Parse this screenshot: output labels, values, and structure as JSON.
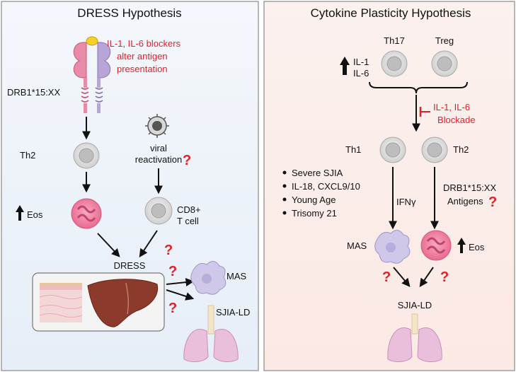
{
  "colors": {
    "left_panel_bg": "#eef3f9",
    "right_panel_bg": "#fcefe9",
    "accent_red": "#e31f26",
    "eosinophil": "#e96a8f",
    "macrophage": "#cfc8e8",
    "lung": "#e9bfdc",
    "liver": "#8b3a2b"
  },
  "left": {
    "title": "DRESS Hypothesis",
    "blocker_line1": "IL-1, IL-6 blockers",
    "blocker_line2": "alter antigen",
    "blocker_line3": "presentation",
    "hla": "DRB1*15:XX",
    "virus_line1": "viral",
    "virus_line2": "reactivation",
    "th2": "Th2",
    "eos": "Eos",
    "cd8_line1": "CD8+",
    "cd8_line2": "T cell",
    "dress": "DRESS",
    "mas": "MAS",
    "sjia_ld": "SJIA-LD",
    "question": "?"
  },
  "right": {
    "title": "Cytokine Plasticity Hypothesis",
    "th17": "Th17",
    "treg": "Treg",
    "il1": "IL-1",
    "il6": "IL-6",
    "blockade_line1": "IL-1, IL-6",
    "blockade_line2": "Blockade",
    "th1": "Th1",
    "th2": "Th2",
    "bullets": [
      "Severe SJIA",
      "IL-18, CXCL9/10",
      "Young Age",
      "Trisomy 21"
    ],
    "ifn": "IFNγ",
    "hla": "DRB1*15:XX",
    "antigens": "Antigens",
    "mas": "MAS",
    "eos": "Eos",
    "sjia_ld": "SJIA-LD",
    "question": "?"
  }
}
